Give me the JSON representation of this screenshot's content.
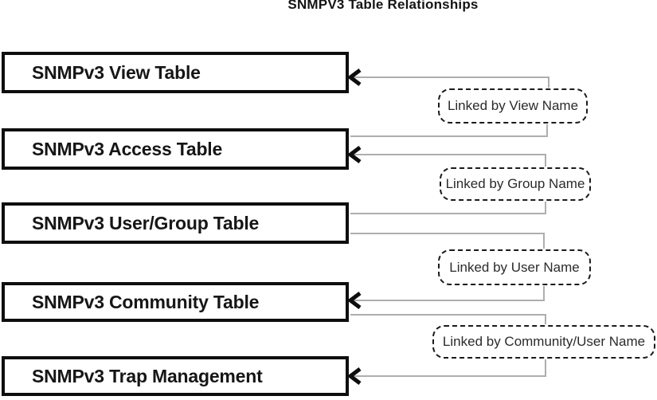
{
  "title": "SNMPV3 Table Relationships",
  "tables": [
    {
      "label": "SNMPv3 View Table"
    },
    {
      "label": "SNMPv3 Access Table"
    },
    {
      "label": "SNMPv3 User/Group Table"
    },
    {
      "label": "SNMPv3 Community Table"
    },
    {
      "label": "SNMPv3 Trap Management"
    }
  ],
  "links": [
    {
      "label": "Linked by View Name",
      "from": "SNMPv3 Access Table",
      "to": "SNMPv3 View Table"
    },
    {
      "label": "Linked by Group Name",
      "from": "SNMPv3 User/Group Table",
      "to": "SNMPv3 Access Table"
    },
    {
      "label": "Linked by User Name",
      "from": "SNMPv3 User/Group Table",
      "to": "SNMPv3 Community Table"
    },
    {
      "label": "Linked by Community/User Name",
      "from": "SNMPv3 Community Table",
      "to": "SNMPv3 Trap Management"
    }
  ],
  "colors": {
    "ink": "#0e0e0e",
    "wire": "#aeaeae",
    "background": "#ffffff"
  }
}
